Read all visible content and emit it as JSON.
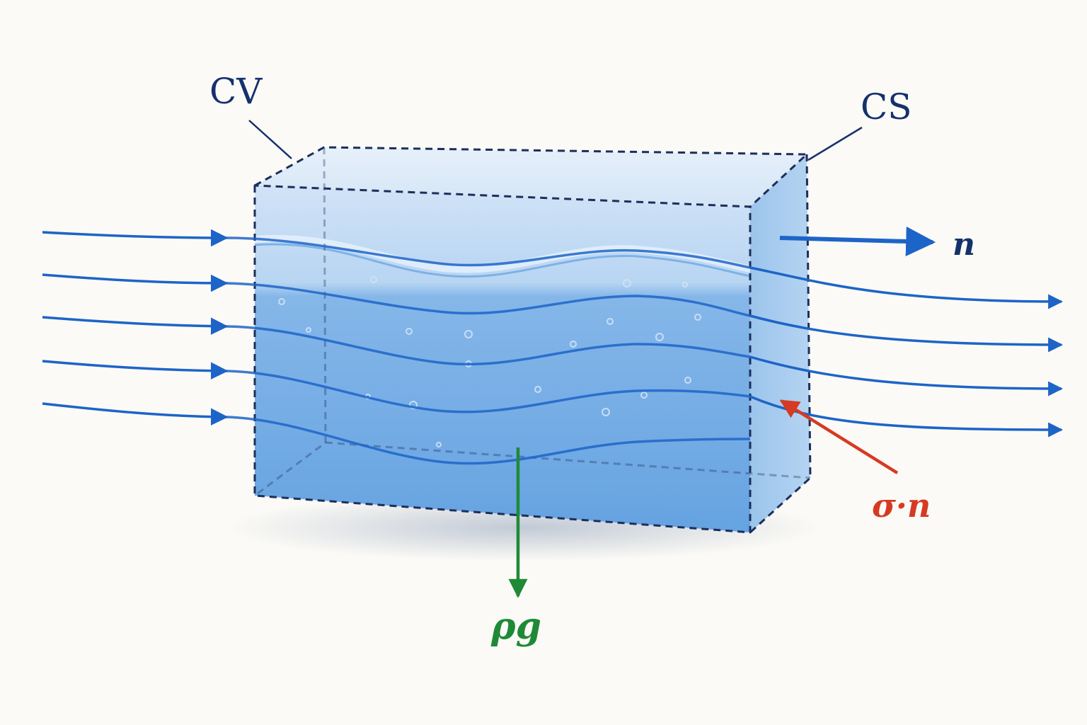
{
  "labels": {
    "control_volume": "CV",
    "control_surface": "CS",
    "normal_vector": "n",
    "surface_stress": "σ·n",
    "body_force": "ρg"
  },
  "colors": {
    "background": "#fbfaf6",
    "label_navy": "#14316d",
    "streamline_blue": "#1d64c8",
    "fluid_blue": "#5f9fe0",
    "gravity_green": "#1f8a36",
    "stress_red": "#d63a23",
    "boundary_dash": "#1c2f5c"
  },
  "icons": {
    "normal_arrow": "arrow-right-icon",
    "stress_arrow": "arrow-up-left-icon",
    "gravity_arrow": "arrow-down-icon"
  }
}
